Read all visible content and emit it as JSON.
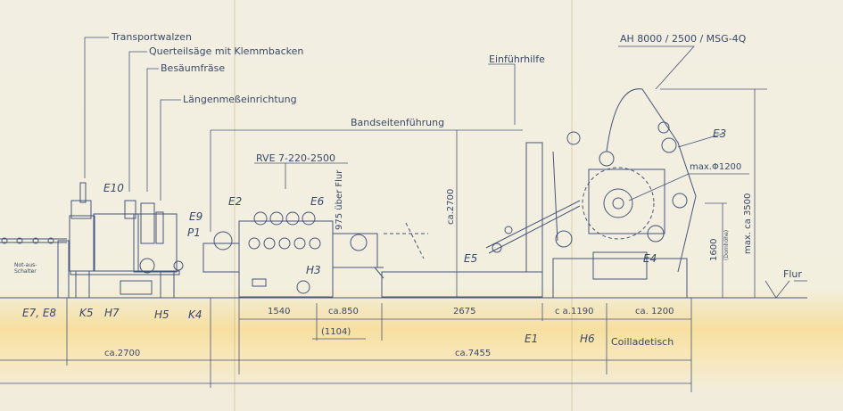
{
  "callouts": {
    "transportwalzen": "Transportwalzen",
    "querteilsaege": "Querteilsäge mit Klemmbacken",
    "besaeumfraese": "Besäumfräse",
    "laengenmess": "Längenmeßeinrichtung",
    "einfuehrhilfe": "Einführhilfe",
    "haspel_model": "AH 8000 / 2500 / MSG-4Q",
    "bandseitenfuehrung": "Bandseitenführung",
    "richtmaschine_model": "RVE 7-220-2500",
    "not_aus": "Not-aus-Schalter",
    "coilladetisch": "Coilladetisch",
    "flur": "Flur"
  },
  "markers": {
    "e10": "E10",
    "e2": "E2",
    "e6": "E6",
    "e9": "E9",
    "p1": "P1",
    "e3": "E3",
    "h3": "H3",
    "e5": "E5",
    "e4": "E4",
    "e7e8": "E7, E8",
    "k5": "K5",
    "h7": "H7",
    "h5": "H5",
    "k4": "K4",
    "e1": "E1",
    "h6": "H6"
  },
  "dimensions": {
    "ueber_flur": "975 über Flur",
    "max_diameter": "max.Φ1200",
    "height_2700": "ca.2700",
    "dornhoehe": "1600",
    "dornhoehe_note": "(Dornhöhe)",
    "max_height": "max. ca 3500",
    "d1540": "1540",
    "d850": "ca.850",
    "d1104": "(1104)",
    "d2675": "2675",
    "d1190": "c a.1190",
    "d1200": "ca. 1200",
    "total_left": "ca.2700",
    "total_right": "ca.7455"
  }
}
